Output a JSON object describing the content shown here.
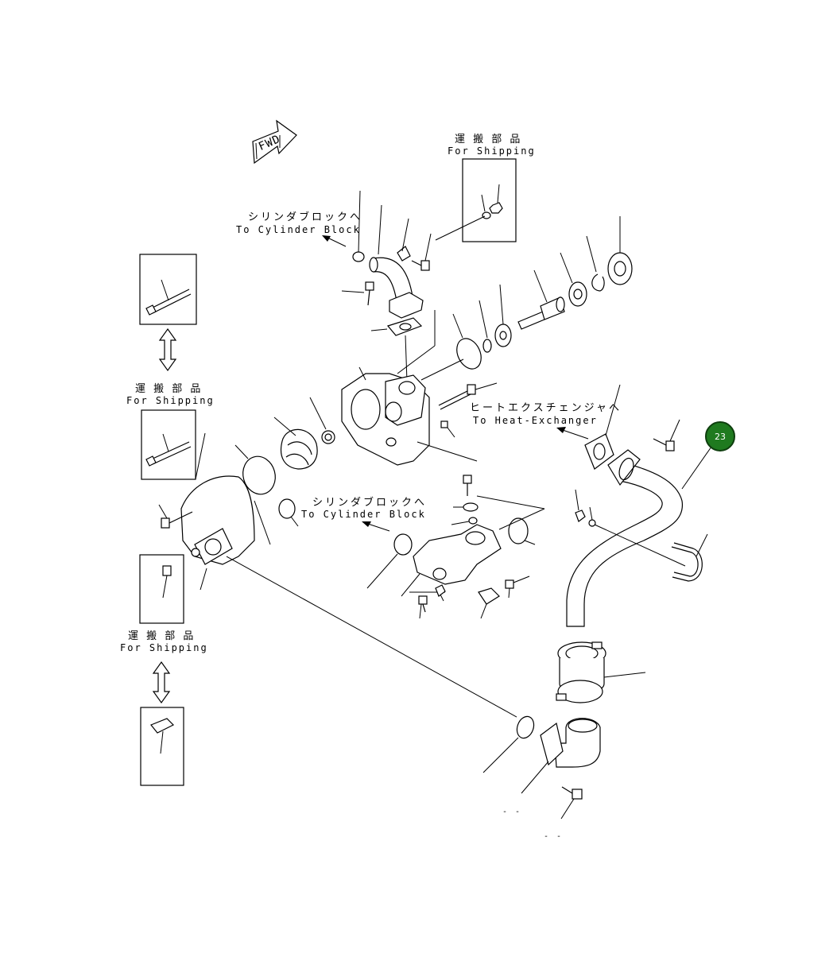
{
  "diagram": {
    "fwd_label": "FWD",
    "callout_number": "23",
    "labels": {
      "shipping_top_jp": "運 搬 部 品",
      "shipping_top_en": "For Shipping",
      "to_cyl_block_top_jp": "シリンダブロックへ",
      "to_cyl_block_top_en": "To Cylinder Block",
      "shipping_left_jp": "運 搬 部 品",
      "shipping_left_en": "For Shipping",
      "to_heat_exchanger_jp": "ヒートエクスチェンジャへ",
      "to_heat_exchanger_en": "To Heat-Exchanger",
      "to_cyl_block_mid_jp": "シリンダブロックへ",
      "to_cyl_block_mid_en": "To Cylinder Block",
      "shipping_bottom_jp": "運 搬 部 品",
      "shipping_bottom_en": "For Shipping",
      "dash_1": "- -",
      "dash_2": "- -"
    },
    "colors": {
      "line": "#000000",
      "callout_fill": "#1f7a1f",
      "callout_text": "#ffffff",
      "background": "#ffffff"
    }
  }
}
